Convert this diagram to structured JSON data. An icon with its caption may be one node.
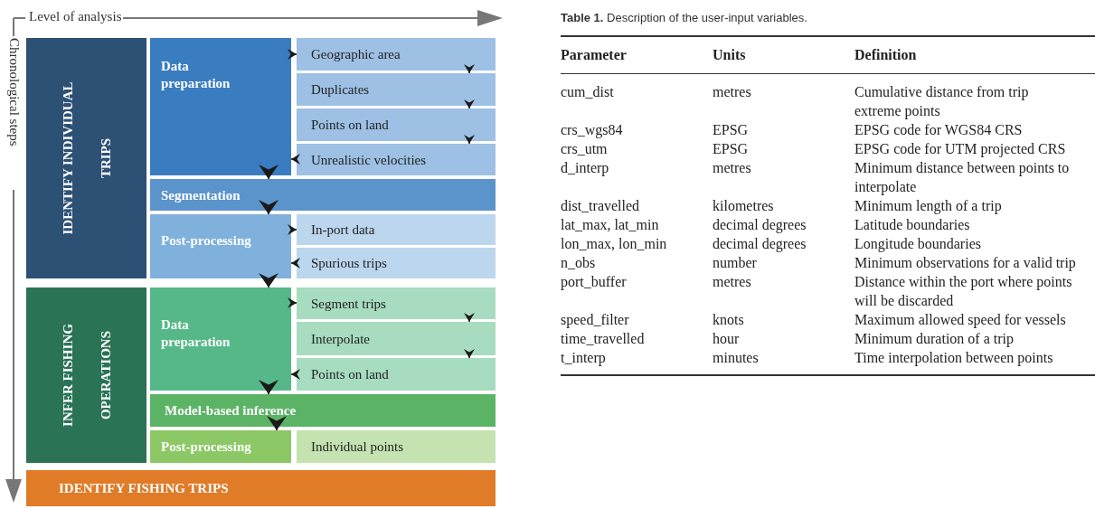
{
  "diagram": {
    "nodes": [
      {
        "text": [
          "IDENTIFY INDIVIDUAL TRIPS"
        ]
      },
      {
        "text": [
          "Data preparation"
        ]
      },
      {
        "text": [
          "Geographic area"
        ]
      },
      {
        "text": [
          "Duplicates"
        ]
      },
      {
        "text": [
          "Points on land"
        ]
      },
      {
        "text": [
          "Unrealistic velocities"
        ]
      },
      {
        "text": [
          "Segmentation"
        ]
      },
      {
        "text": [
          "Post-processing"
        ]
      },
      {
        "text": [
          "In-port data"
        ]
      },
      {
        "text": [
          "Spurious trips"
        ]
      },
      {
        "text": [
          "INFER FISHING OPERATIONS"
        ]
      },
      {
        "text": [
          "Data preparation"
        ]
      },
      {
        "text": [
          "Segment trips"
        ]
      },
      {
        "text": [
          "Interpolate"
        ]
      },
      {
        "text": [
          "Points on land"
        ]
      },
      {
        "text": [
          "Model-based inference"
        ]
      },
      {
        "text": [
          "Post-processing"
        ]
      },
      {
        "text": [
          "Individual points"
        ]
      },
      {
        "text": [
          "IDENTIFY FISHING TRIPS"
        ]
      }
    ],
    "edges": [
      {
        "from": 1,
        "to": 2,
        "arrow": "to"
      },
      {
        "from": 2,
        "to": 3,
        "arrow": "to"
      },
      {
        "from": 3,
        "to": 4,
        "arrow": "to"
      },
      {
        "from": 4,
        "to": 5,
        "arrow": "to"
      },
      {
        "from": 5,
        "to": 1,
        "arrow": "to"
      },
      {
        "from": 1,
        "to": 6,
        "arrow": "to"
      },
      {
        "from": 6,
        "to": 7,
        "arrow": "to"
      },
      {
        "from": 7,
        "to": 8,
        "arrow": "to"
      },
      {
        "from": 9,
        "to": 7,
        "arrow": "to"
      },
      {
        "from": 7,
        "to": 11,
        "arrow": "to"
      },
      {
        "from": 11,
        "to": 12,
        "arrow": "to"
      },
      {
        "from": 12,
        "to": 13,
        "arrow": "to"
      },
      {
        "from": 13,
        "to": 14,
        "arrow": "to"
      },
      {
        "from": 14,
        "to": 11,
        "arrow": "to"
      },
      {
        "from": 11,
        "to": 15,
        "arrow": "to"
      },
      {
        "from": 15,
        "to": 16,
        "arrow": "to"
      }
    ],
    "labels": [
      "Level of analysis",
      "Chronological steps",
      "**Table 1.** Description of the user-input variables.",
      "Parameter",
      "Units",
      "Definition",
      "cum_dist",
      "metres",
      "Cumulative distance from trip extreme points",
      "crs_wgs84",
      "EPSG",
      "EPSG code for WGS84 CRS",
      "crs_utm",
      "EPSG",
      "EPSG code for UTM projected CRS",
      "d_interp",
      "metres",
      "Minimum distance between points to interpolate",
      "dist_travelled",
      "kilometres",
      "Minimum length of a trip",
      "lat_max, lat_min",
      "decimal degrees",
      "Latitude boundaries",
      "lon_max, lon_min",
      "decimal degrees",
      "Longitude boundaries",
      "n_obs",
      "number",
      "Minimum observations for a valid trip",
      "port_buffer",
      "metres",
      "Distance within the port where points will be discarded",
      "speed_filter",
      "knots",
      "Maximum allowed speed for vessels",
      "time_travelled",
      "hour",
      "Minimum duration of a trip",
      "t_interp",
      "minutes",
      "Time interpolation between points"
    ]
  }
}
